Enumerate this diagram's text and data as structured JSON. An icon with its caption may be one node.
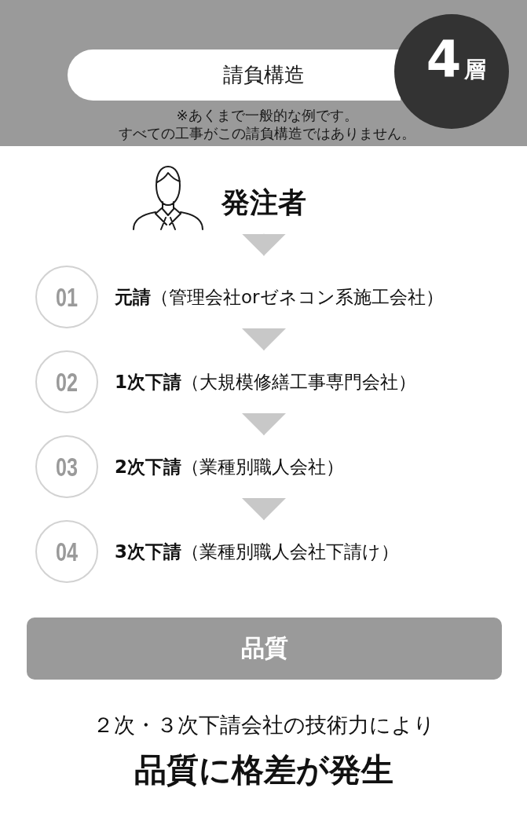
{
  "diagram": {
    "nodes": [
      {
        "text": [
          "※あくまで一般的な例です。",
          "すべての工事がこの請負構造ではありません。"
        ]
      },
      {
        "text": [
          "請負構造"
        ],
        "in": 0
      },
      {
        "text": [
          "4",
          "層"
        ],
        "in": 0
      },
      {
        "text": [
          "発注者"
        ]
      },
      {
        "text": [
          "01"
        ],
        "beside": [
          "**元請**（管理会社orゼネコン系施工会社）"
        ]
      },
      {
        "text": [
          "02"
        ],
        "beside": [
          "**1次下請**（大規模修繕工事専門会社）"
        ]
      },
      {
        "text": [
          "03"
        ],
        "beside": [
          "**2次下請**（業種別職人会社）"
        ]
      },
      {
        "text": [
          "04"
        ],
        "beside": [
          "**3次下請**（業種別職人会社下請け）"
        ]
      },
      {
        "text": [
          "品質"
        ]
      }
    ],
    "edges": [
      {
        "from": 3,
        "to": 4,
        "arrow": "to"
      },
      {
        "from": 4,
        "to": 5,
        "arrow": "to"
      },
      {
        "from": 5,
        "to": 6,
        "arrow": "to"
      },
      {
        "from": 6,
        "to": 7,
        "arrow": "to"
      }
    ],
    "labels": [
      "２次・３次下請会社の技術力により",
      "品質に格差が発生"
    ]
  }
}
